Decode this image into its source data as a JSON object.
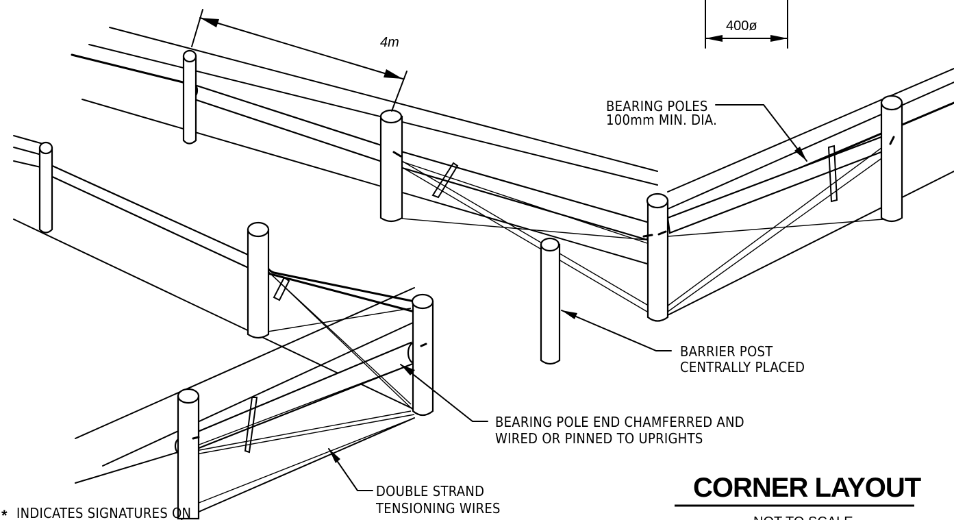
{
  "drawing": {
    "dimension_spacing": "4m",
    "dimension_post_diameter": "400ø",
    "labels": {
      "bearing_poles_line1": "BEARING POLES",
      "bearing_poles_line2": "100mm MIN. DIA.",
      "barrier_post_line1": "BARRIER POST",
      "barrier_post_line2": "CENTRALLY PLACED",
      "pole_end_line1": "BEARING POLE END CHAMFERRED AND",
      "pole_end_line2": "WIRED OR PINNED TO UPRIGHTS",
      "wires_line1": "DOUBLE STRAND",
      "wires_line2": "TENSIONING WIRES"
    },
    "title": "CORNER LAYOUT",
    "subtitle": "NOT TO SCALE",
    "note": "INDICATES SIGNATURES ON"
  }
}
